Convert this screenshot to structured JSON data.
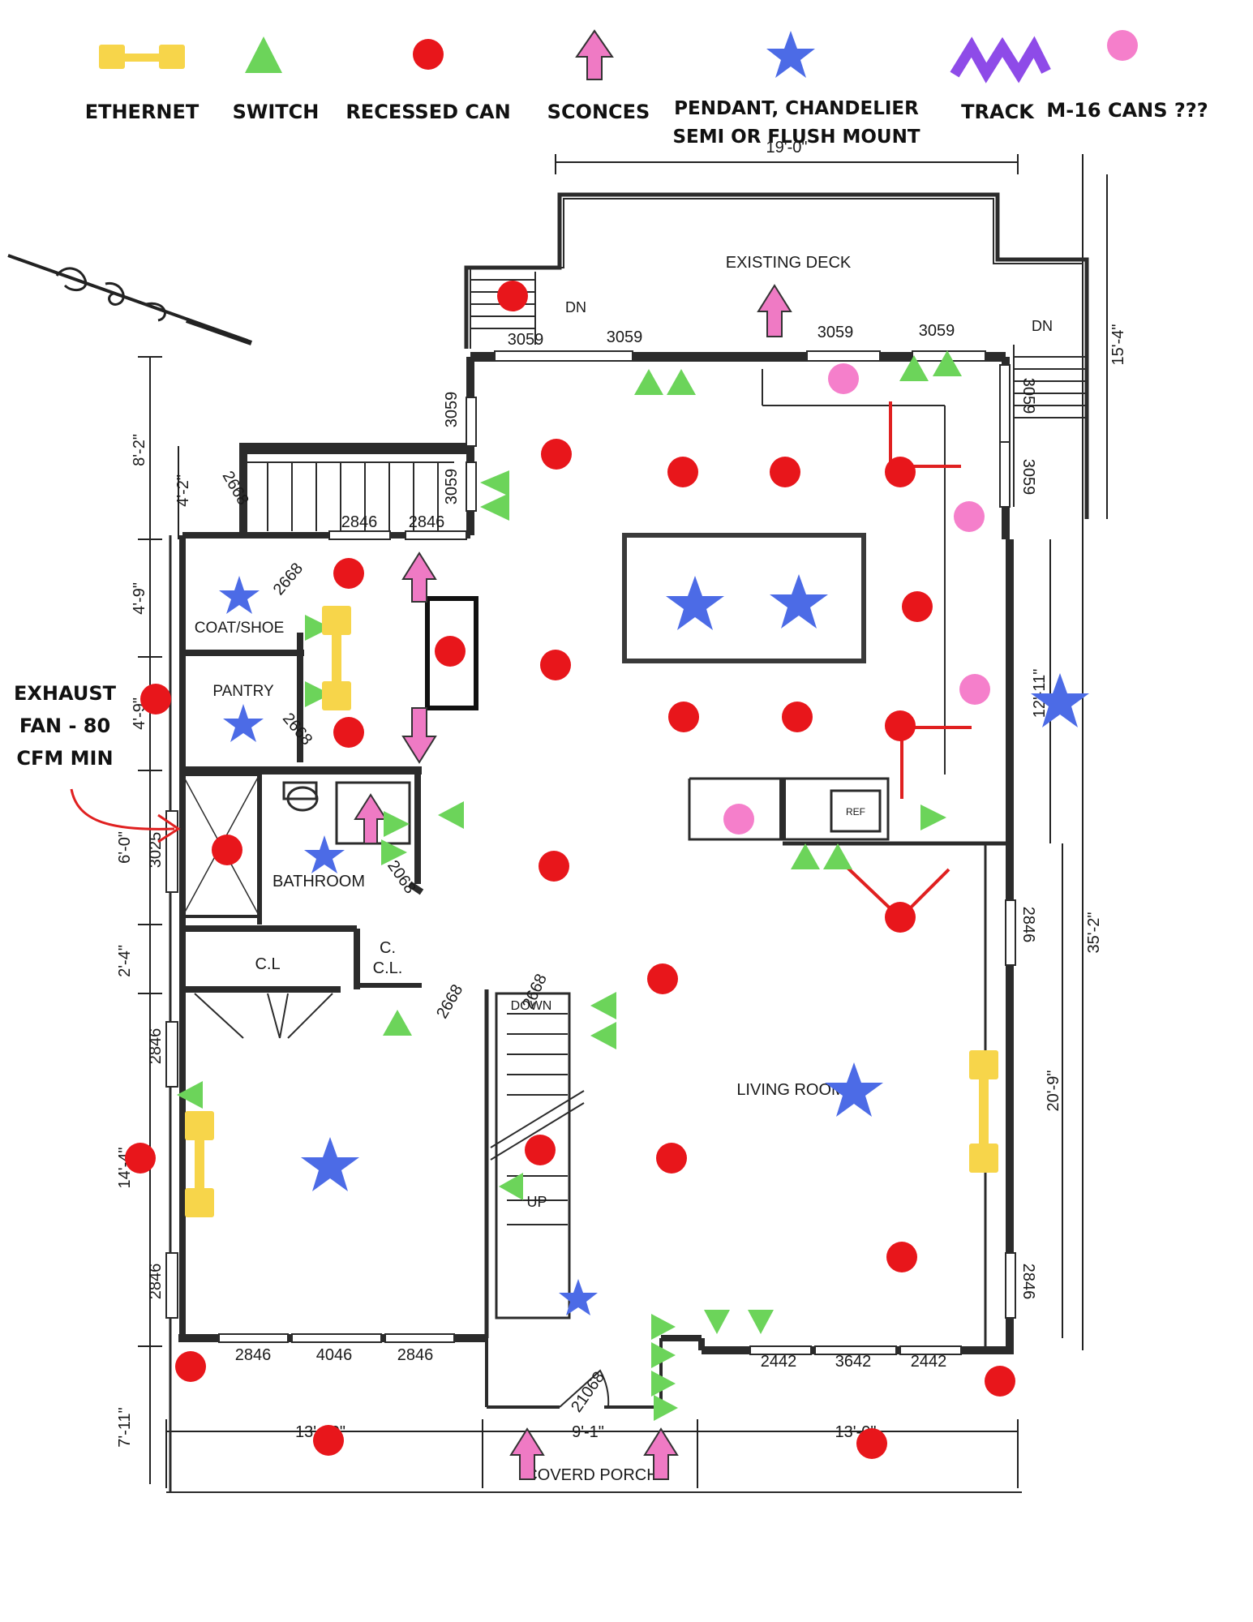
{
  "legend": {
    "ethernet": "ETHERNET",
    "switch": "SWITCH",
    "recessed_can": "RECESSED CAN",
    "sconces": "SCONCES",
    "pendant_line1": "PENDANT, CHANDELIER",
    "pendant_line2": "SEMI OR FLUSH MOUNT",
    "track": "TRACK",
    "m16": "M-16 CANS  ???"
  },
  "colors": {
    "ethernet": "#F7D54A",
    "switch": "#6CD45A",
    "recessed_can": "#E8161B",
    "sconce": "#EF7AC4",
    "pendant": "#4C6BE6",
    "track": "#8E4BE8",
    "m16": "#F57FCB",
    "wall": "#2b2b2b",
    "annotation": "#E02020"
  },
  "annotation": {
    "line1": "EXHAUST",
    "line2": "FAN - 80",
    "line3": "CFM MIN"
  },
  "rooms": {
    "existing_deck": "EXISTING DECK",
    "coat": "COAT/SHOE",
    "pantry": "PANTRY",
    "bathroom": "BATHROOM",
    "cl": "C.L",
    "ccl_1": "C.",
    "ccl_2": "C.L.",
    "living_room": "LIVING ROOM",
    "coverd_porch": "COVERD PORCH",
    "down": "DOWN",
    "up": "UP",
    "dn_left": "DN",
    "dn_right": "DN",
    "ref": "REF"
  },
  "labels": {
    "w3059_a": "3059",
    "w3059_b": "3059",
    "w3059_c": "3059",
    "w3059_d": "3059",
    "w3059_e": "3059",
    "w3059_f": "3059",
    "w3059_g": "3059",
    "w3059_h": "3059",
    "d2846_a": "2846",
    "d2846_b": "2846",
    "d2668_a": "2668",
    "d2668_b": "2668",
    "d2668_c": "2668",
    "d2668_d": "2668",
    "d2668_e": "2668",
    "d2068": "2068",
    "w3025": "3025",
    "w2846_l1": "2846",
    "w2846_l2": "2846",
    "w2846_r1": "2846",
    "w2846_r2": "2846",
    "w2846_b1": "2846",
    "w4046": "4046",
    "w2846_b2": "2846",
    "w2442_a": "2442",
    "w3642": "3642",
    "w2442_b": "2442",
    "d21068": "21068"
  },
  "dimensions": {
    "top": "19'-0\"",
    "right_1": "15'-4\"",
    "right_2": "12'-11\"",
    "right_3": "35'-2\"",
    "right_4": "20'-9\"",
    "left_1": "8'-2\"",
    "left_2": "4'-2\"",
    "left_3": "4'-9\"",
    "left_4": "4'-9\"",
    "left_5": "6'-0\"",
    "left_6": "2'-4\"",
    "left_7": "14'-4\"",
    "left_8": "7'-11\"",
    "bottom_1": "13'-10\"",
    "bottom_2": "9'-1\"",
    "bottom_3": "13'-0\""
  }
}
